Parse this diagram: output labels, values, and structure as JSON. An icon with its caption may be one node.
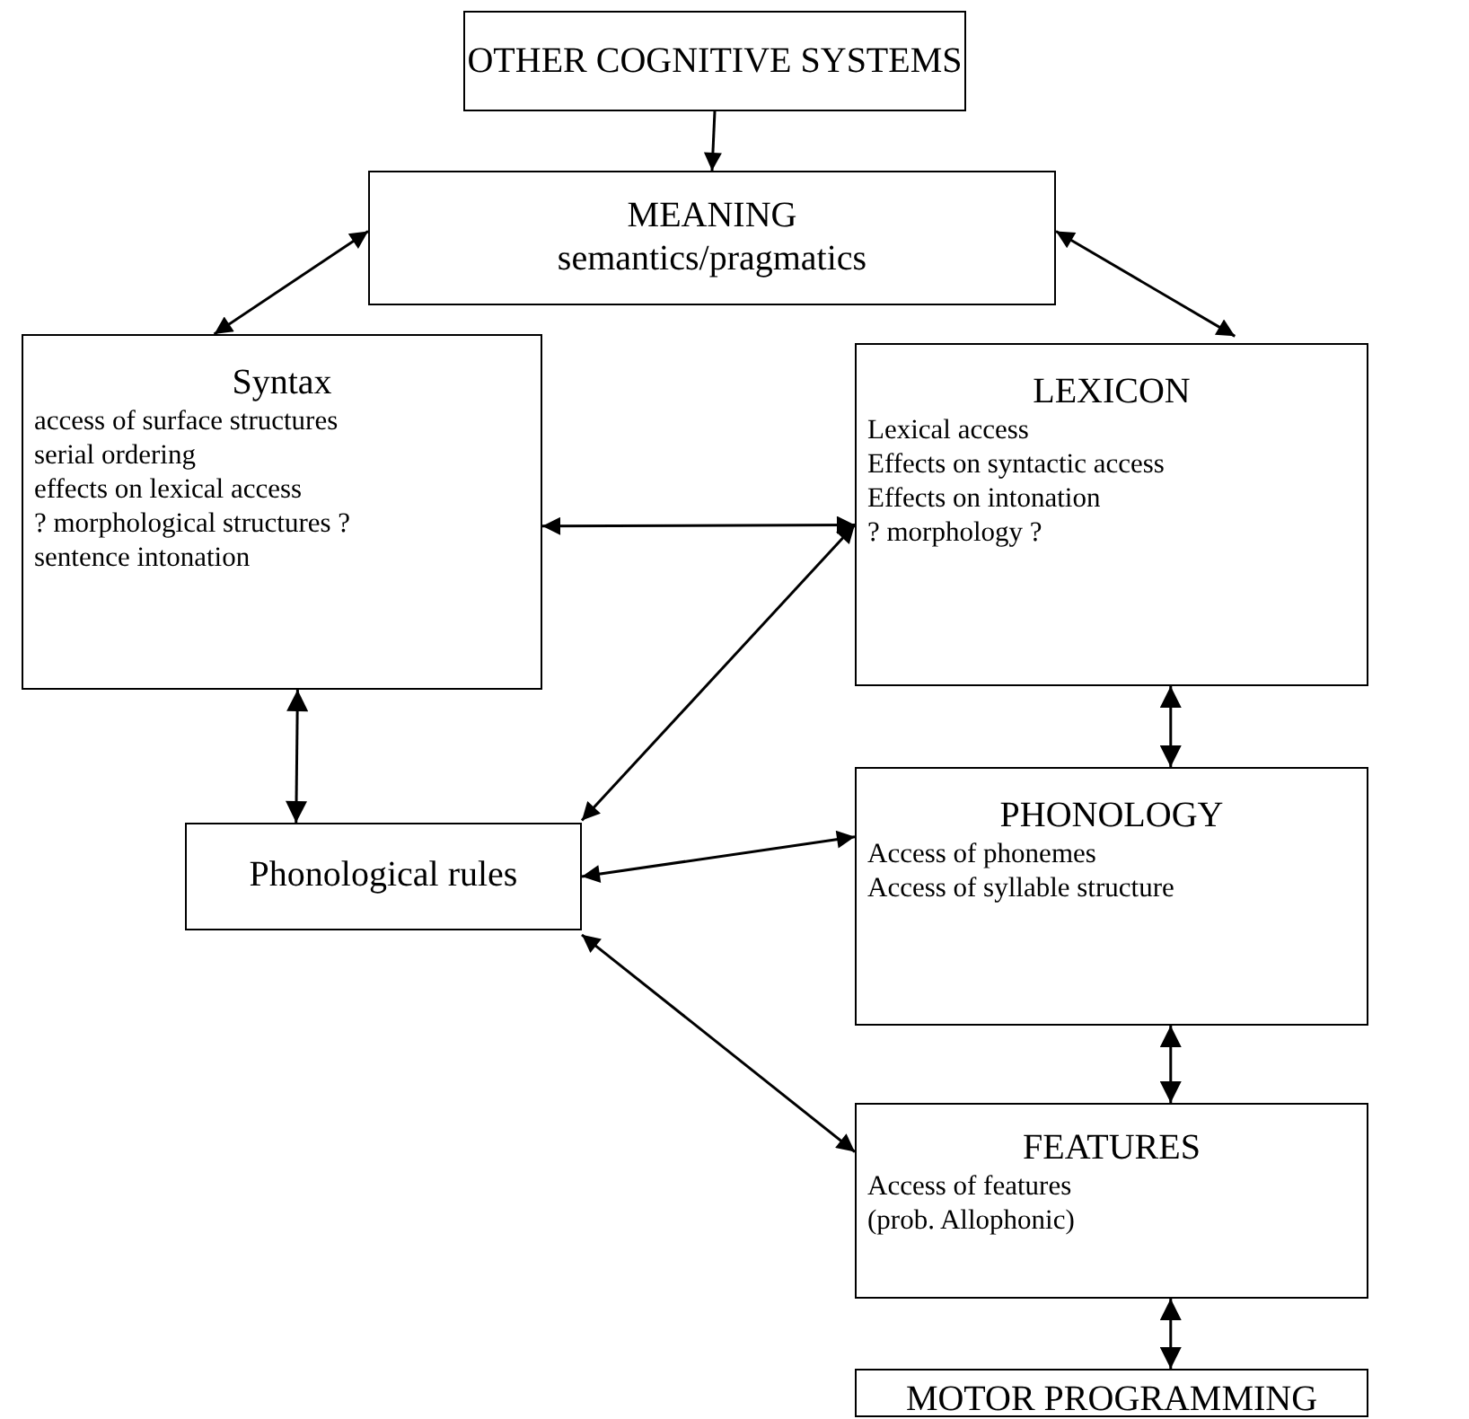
{
  "diagram": {
    "nodes": [
      {
        "text": [
          "OTHER COGNITIVE SYSTEMS"
        ]
      },
      {
        "text": [
          "MEANING",
          "semantics/pragmatics"
        ]
      },
      {
        "text": [
          "Syntax",
          "access of surface structures",
          "serial ordering",
          "effects on lexical access",
          "? morphological structures ?",
          "sentence intonation"
        ]
      },
      {
        "text": [
          "LEXICON",
          "Lexical access",
          "Effects on syntactic access",
          "Effects on intonation",
          "? morphology ?"
        ]
      },
      {
        "text": [
          "Phonological rules"
        ]
      },
      {
        "text": [
          "PHONOLOGY",
          "Access of phonemes",
          "Access of syllable structure"
        ]
      },
      {
        "text": [
          "FEATURES",
          "Access of features",
          "(prob. Allophonic)"
        ]
      },
      {
        "text": [
          "MOTOR PROGRAMMING"
        ]
      }
    ],
    "edges": [
      {
        "from": 0,
        "to": 1,
        "arrow": "to"
      },
      {
        "from": 1,
        "to": 2,
        "arrow": "both"
      },
      {
        "from": 1,
        "to": 3,
        "arrow": "both"
      },
      {
        "from": 2,
        "to": 3,
        "arrow": "both"
      },
      {
        "from": 2,
        "to": 4,
        "arrow": "both"
      },
      {
        "from": 3,
        "to": 4,
        "arrow": "both"
      },
      {
        "from": 4,
        "to": 5,
        "arrow": "both"
      },
      {
        "from": 4,
        "to": 6,
        "arrow": "both"
      },
      {
        "from": 3,
        "to": 5,
        "arrow": "both"
      },
      {
        "from": 5,
        "to": 6,
        "arrow": "both"
      },
      {
        "from": 6,
        "to": 7,
        "arrow": "both"
      }
    ]
  }
}
